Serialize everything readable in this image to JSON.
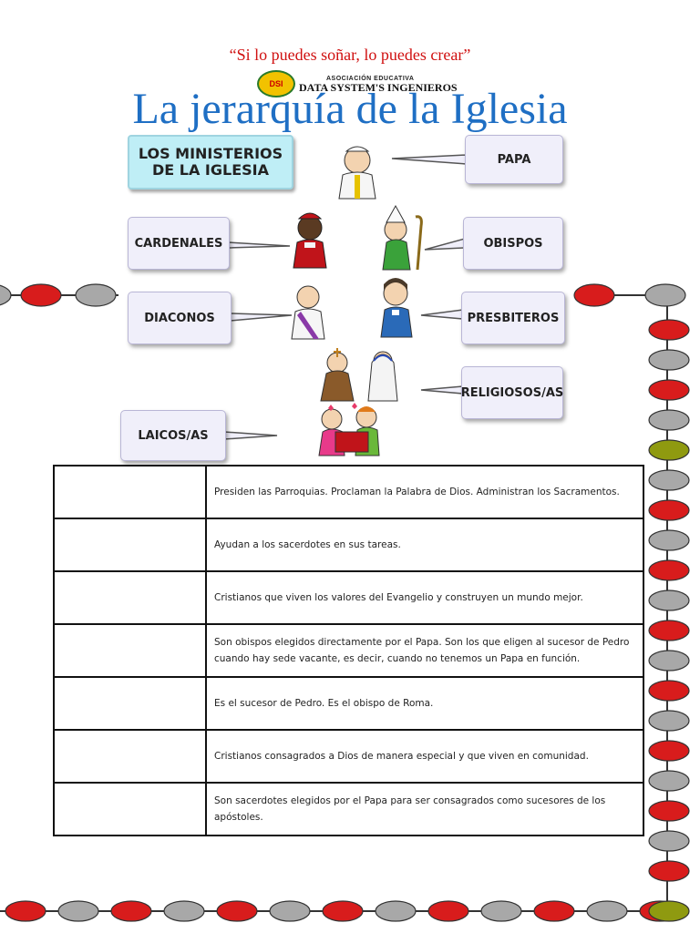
{
  "motto": "“Si lo puedes soñar, lo puedes crear”",
  "logo": {
    "emblem": "DSI",
    "subtitle": "ASOCIACIÓN EDUCATIVA",
    "name": "DATA SYSTEM'S INGENIEROS"
  },
  "title": "La jerarquía de la Iglesia",
  "diagram": {
    "header": "LOS MINISTERIOS\nDE LA IGLESIA",
    "roles": {
      "papa": "PAPA",
      "cardenales": "CARDENALES",
      "obispos": "OBISPOS",
      "diaconos": "DIACONOS",
      "presbiteros": "PRESBITEROS",
      "religiosos": "RELIGIOSOS/AS",
      "laicos": "LAICOS/AS"
    }
  },
  "table": {
    "rows": [
      {
        "answer": "",
        "description": "Presiden las Parroquias. Proclaman la Palabra de Dios. Administran los Sacramentos."
      },
      {
        "answer": "",
        "description": "Ayudan a los sacerdotes en sus tareas."
      },
      {
        "answer": "",
        "description": "Cristianos que viven los valores del Evangelio y construyen un mundo mejor."
      },
      {
        "answer": "",
        "description": "Son obispos elegidos directamente por el Papa. Son los que eligen al sucesor de Pedro cuando hay sede vacante, es decir, cuando no tenemos un Papa en función."
      },
      {
        "answer": "",
        "description": "Es el sucesor de Pedro. Es el obispo de Roma."
      },
      {
        "answer": "",
        "description": "Cristianos consagrados a Dios de manera especial y que viven en comunidad."
      },
      {
        "answer": "",
        "description": "Son sacerdotes elegidos por el Papa para ser consagrados como sucesores de los apóstoles."
      }
    ]
  },
  "colors": {
    "title": "#1f6fc4",
    "motto": "#d01010",
    "bead_red": "#d81c1c",
    "bead_gray": "#a8a8a8",
    "bead_olive": "#8f9a10"
  }
}
